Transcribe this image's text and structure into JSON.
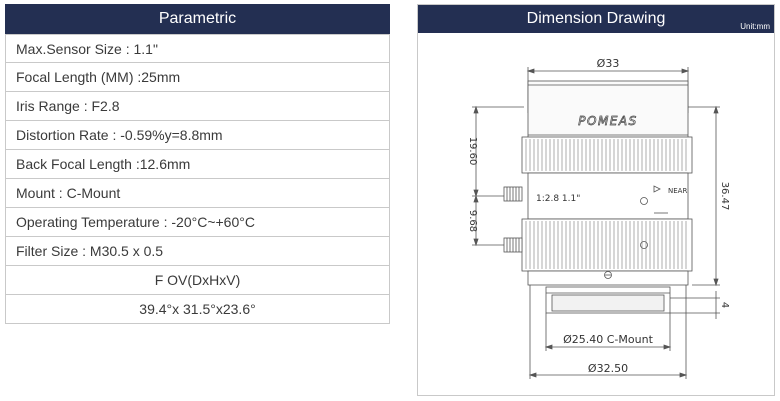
{
  "parametric": {
    "title": "Parametric",
    "rows": [
      "Max.Sensor Size : 1.1\"",
      "Focal Length (MM) :25mm",
      "Iris Range : F2.8",
      "Distortion Rate : -0.59%y=8.8mm",
      "Back Focal Length :12.6mm",
      "Mount : C-Mount",
      "Operating Temperature : -20°C~+60°C",
      "Filter Size :  M30.5 x 0.5"
    ],
    "fov_header": "F OV(DxHxV)",
    "fov_value": "39.4°x 31.5°x23.6°"
  },
  "dimension": {
    "title": "Dimension  Drawing",
    "unit": "Unit:mm",
    "labels": {
      "top_diameter": "Ø33",
      "height_upper": "19.60",
      "height_lower": "9.68",
      "total_length": "36.47",
      "flange": "4",
      "mount": "Ø25.40  C-Mount",
      "bottom_diameter": "Ø32.50",
      "brand": "POMEAS",
      "barrel_mark": "1:2.8 1.1\"",
      "focus_mark": "NEAR"
    }
  },
  "colors": {
    "header_bg": "#232f52",
    "border": "#c9c9c9",
    "line": "#555555"
  }
}
